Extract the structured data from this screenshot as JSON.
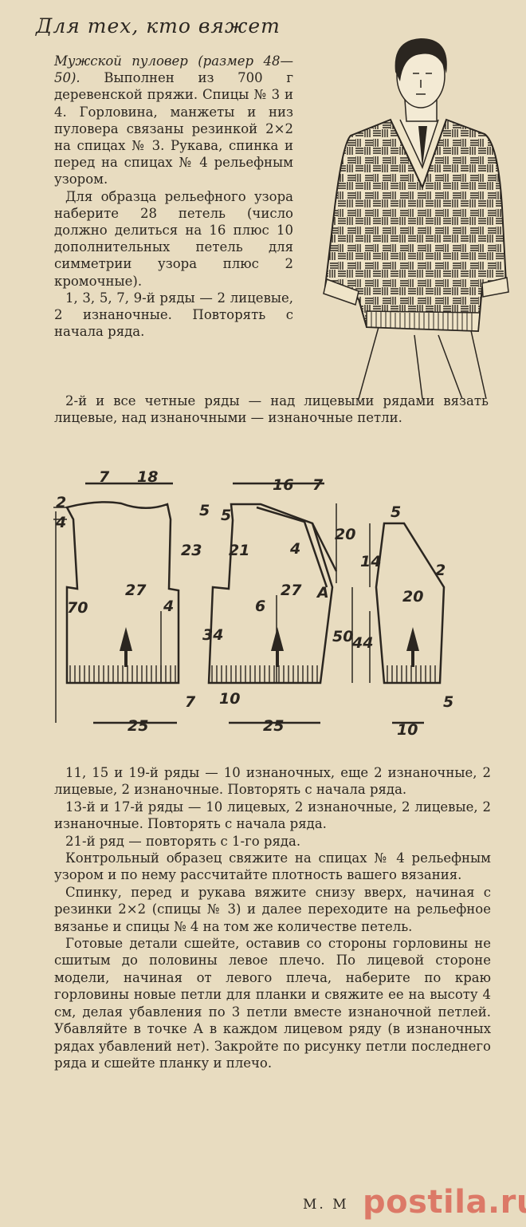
{
  "header": {
    "title": "Для тех, кто вяжет"
  },
  "intro": {
    "p1_italic": "Мужской пуловер (размер 48—50).",
    "p1_rest": " Выполнен из 700 г деревенской пряжи. Спицы № 3 и 4. Горловина, манжеты и низ пуловера связаны резинкой 2×2 на спицах № 3. Рукава, спинка и перед на спицах № 4 рельефным узором.",
    "p2": "Для образца рельефного узора наберите 28 петель (число должно делиться на 16 плюс 10 дополнительных петель для симметрии узора плюс 2 кромочные).",
    "p3": "1, 3, 5, 7, 9-й ряды — 2 лицевые, 2 изнаночные. Повторять с начала ряда.",
    "p4": "2-й и все четные ряды — над лицевыми рядами вязать лицевые, над изнаночными — изнаночные петли."
  },
  "diagram": {
    "back": {
      "top1": "7",
      "top2": "18",
      "left1": "2",
      "left2": "4",
      "side": "5",
      "h1": "23",
      "h_total": "70",
      "half_width": "27",
      "dart": "4",
      "bottom": "7",
      "width": "25"
    },
    "front": {
      "top1": "16",
      "top2": "7",
      "side": "5",
      "neck": "21",
      "placket": "4",
      "right": "20",
      "half_width": "27",
      "point": "A",
      "dart": "6",
      "center": "34",
      "h_total": "50",
      "bottom": "10",
      "width": "25"
    },
    "sleeve": {
      "top": "5",
      "slope": "2",
      "h1": "14",
      "h2": "20",
      "h_total": "44",
      "cuff": "5",
      "width": "10"
    }
  },
  "body": {
    "p1": "11, 15 и 19-й ряды — 10 изнаночных, еще 2 изнаночные, 2 лицевые, 2 изнаночные. Повторять с начала ряда.",
    "p2": "13-й и 17-й ряды — 10 лицевых, 2 изнаночные, 2 лицевые, 2 изнаночные. Повторять с начала ряда.",
    "p3": "21-й ряд — повторять с 1-го ряда.",
    "p4": "Контрольный образец свяжите на спицах № 4 рельефным узором и по нему рассчитайте плотность вашего вязания.",
    "p5": "Спинку, перед и рукава вяжите снизу вверх, начиная с резинки 2×2 (спицы № 3) и далее переходите на рельефное вязанье и спицы № 4 на том же количестве петель.",
    "p6": "Готовые детали сшейте, оставив со стороны горловины не сшитым до половины левое плечо. По лицевой стороне модели, начиная от левого плеча, наберите по краю горловины новые петли для планки и свяжите ее на высоту 4 см, делая убавления по 3 петли вместе изнаночной петлей. Убавляйте в точке А в каждом лицевом ряду (в изнаночных рядах убавлений нет). Закройте по рисунку петли последнего ряда и сшейте планку и плечо."
  },
  "footer": {
    "author": "М. М",
    "watermark": "postila.ru"
  },
  "colors": {
    "paper": "#e8dcc0",
    "ink": "#2b2620",
    "watermark": "#d2281e"
  }
}
